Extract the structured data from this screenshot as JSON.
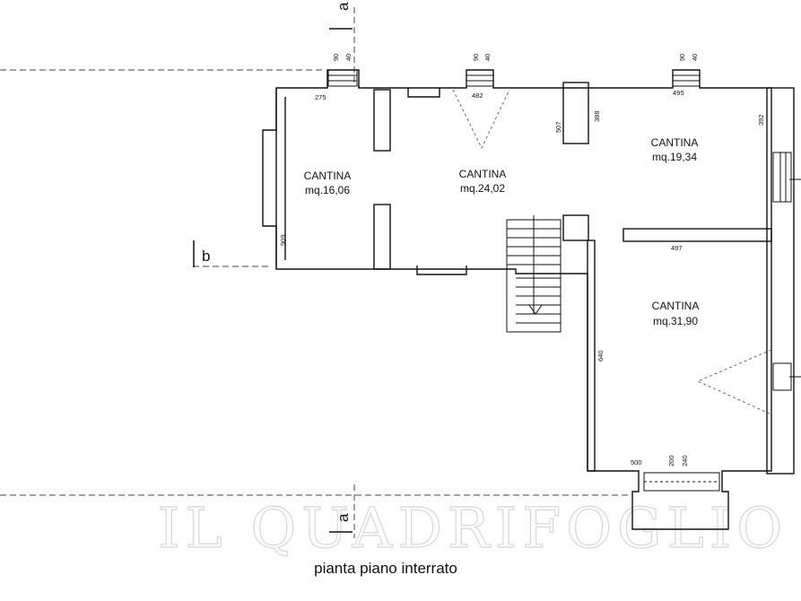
{
  "caption": "pianta piano interrato",
  "watermark": "IL QUADRIFOGLIO",
  "section_marks": {
    "a_top": "a",
    "a_bottom": "a",
    "b": "b"
  },
  "rooms": [
    {
      "name": "CANTINA",
      "area": "mq.16,06"
    },
    {
      "name": "CANTINA",
      "area": "mq.24,02"
    },
    {
      "name": "CANTINA",
      "area": "mq.19,34"
    },
    {
      "name": "CANTINA",
      "area": "mq.31,90"
    }
  ],
  "dimensions": {
    "win1_h": "90",
    "win1_w": "40",
    "win2_h": "90",
    "win2_w": "40",
    "win3_h": "90",
    "win3_w": "40",
    "door_h": "200",
    "door_w": "240",
    "d275": "275",
    "d482": "482",
    "d495": "495",
    "d507": "507",
    "d388": "388",
    "d392": "392",
    "d909": "909",
    "d497": "497",
    "d640": "640",
    "d500": "500"
  }
}
